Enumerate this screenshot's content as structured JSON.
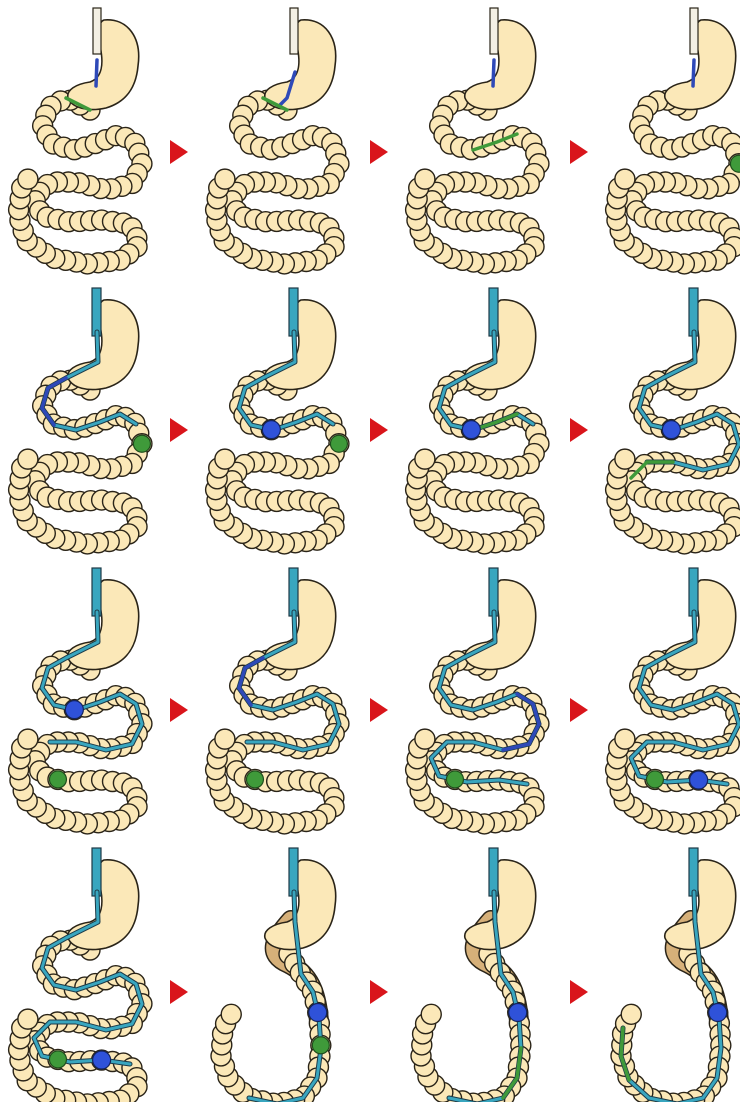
{
  "figure": {
    "rows": 4,
    "columns": 4,
    "arrow_icon": "right-triangle-arrow-icon",
    "colors": {
      "organ_fill": "#fbe8b8",
      "organ_stroke": "#2a2418",
      "overtube_fill": "#d6b079",
      "scope_cyan": "#39a6bf",
      "scope_outline": "#1d3a47",
      "inner_tube_blue": "#2e49b8",
      "balloon_blue": "#2f52d9",
      "balloon_green": "#3f9a3a",
      "arrow_red": "#d9151b"
    }
  },
  "panels": [
    {
      "id": 1,
      "scope": "tube",
      "depth": 0,
      "blue_balloon": "none",
      "green_balloon": "none",
      "green_tip": "stomach",
      "inner_blue": "esophagus",
      "overtube": false,
      "straightened": false
    },
    {
      "id": 2,
      "scope": "tube",
      "depth": 0,
      "blue_balloon": "none",
      "green_balloon": "none",
      "green_tip": "stomach",
      "inner_blue": "stomach",
      "overtube": false,
      "straightened": false
    },
    {
      "id": 3,
      "scope": "tube",
      "depth": 1,
      "blue_balloon": "none",
      "green_balloon": "none",
      "green_tip": "duodenum",
      "inner_blue": "esophagus",
      "overtube": false,
      "straightened": false
    },
    {
      "id": 4,
      "scope": "tube",
      "depth": 1,
      "blue_balloon": "none",
      "green_balloon": "duodenum",
      "green_tip": "none",
      "inner_blue": "esophagus",
      "overtube": false,
      "straightened": false
    },
    {
      "id": 5,
      "scope": "cyan",
      "depth": 1,
      "blue_balloon": "none",
      "green_balloon": "duodenum",
      "green_tip": "none",
      "inner_blue": "pylorus",
      "overtube": false,
      "straightened": false
    },
    {
      "id": 6,
      "scope": "cyan",
      "depth": 1,
      "blue_balloon": "pylorus",
      "green_balloon": "duodenum",
      "green_tip": "none",
      "inner_blue": "none",
      "overtube": false,
      "straightened": false
    },
    {
      "id": 7,
      "scope": "cyan",
      "depth": 1,
      "blue_balloon": "pylorus",
      "green_balloon": "none",
      "green_tip": "duodenum",
      "inner_blue": "none",
      "overtube": false,
      "straightened": false
    },
    {
      "id": 8,
      "scope": "cyan",
      "depth": 2,
      "blue_balloon": "pylorus",
      "green_balloon": "none",
      "green_tip": "jejunum",
      "inner_blue": "none",
      "overtube": false,
      "straightened": false
    },
    {
      "id": 9,
      "scope": "cyan",
      "depth": 2,
      "blue_balloon": "pylorus",
      "green_balloon": "jejunum",
      "green_tip": "none",
      "inner_blue": "none",
      "overtube": false,
      "straightened": false
    },
    {
      "id": 10,
      "scope": "cyan",
      "depth": 2,
      "blue_balloon": "none",
      "green_balloon": "jejunum",
      "green_tip": "none",
      "inner_blue": "pylorus",
      "overtube": false,
      "straightened": false
    },
    {
      "id": 11,
      "scope": "cyan",
      "depth": 3,
      "blue_balloon": "none",
      "green_balloon": "jejunum",
      "green_tip": "none",
      "inner_blue": "jejunum",
      "overtube": false,
      "straightened": false
    },
    {
      "id": 12,
      "scope": "cyan",
      "depth": 3,
      "blue_balloon": "jejunum",
      "green_balloon": "jejunum",
      "green_tip": "none",
      "inner_blue": "none",
      "overtube": false,
      "straightened": false
    },
    {
      "id": 13,
      "scope": "cyan",
      "depth": 3,
      "blue_balloon": "jejunum",
      "green_balloon": "jejunum",
      "green_tip": "none",
      "inner_blue": "none",
      "overtube": false,
      "straightened": false
    },
    {
      "id": 14,
      "scope": "cyan",
      "depth": 3,
      "blue_balloon": "jejunum",
      "green_balloon": "jejunum",
      "green_tip": "none",
      "inner_blue": "none",
      "overtube": true,
      "straightened": true
    },
    {
      "id": 15,
      "scope": "cyan",
      "depth": 3,
      "blue_balloon": "jejunum",
      "green_balloon": "none",
      "green_tip": "jejunum",
      "inner_blue": "none",
      "overtube": true,
      "straightened": true
    },
    {
      "id": 16,
      "scope": "cyan",
      "depth": 4,
      "blue_balloon": "jejunum",
      "green_balloon": "none",
      "green_tip": "deep",
      "inner_blue": "none",
      "overtube": true,
      "straightened": true
    }
  ]
}
